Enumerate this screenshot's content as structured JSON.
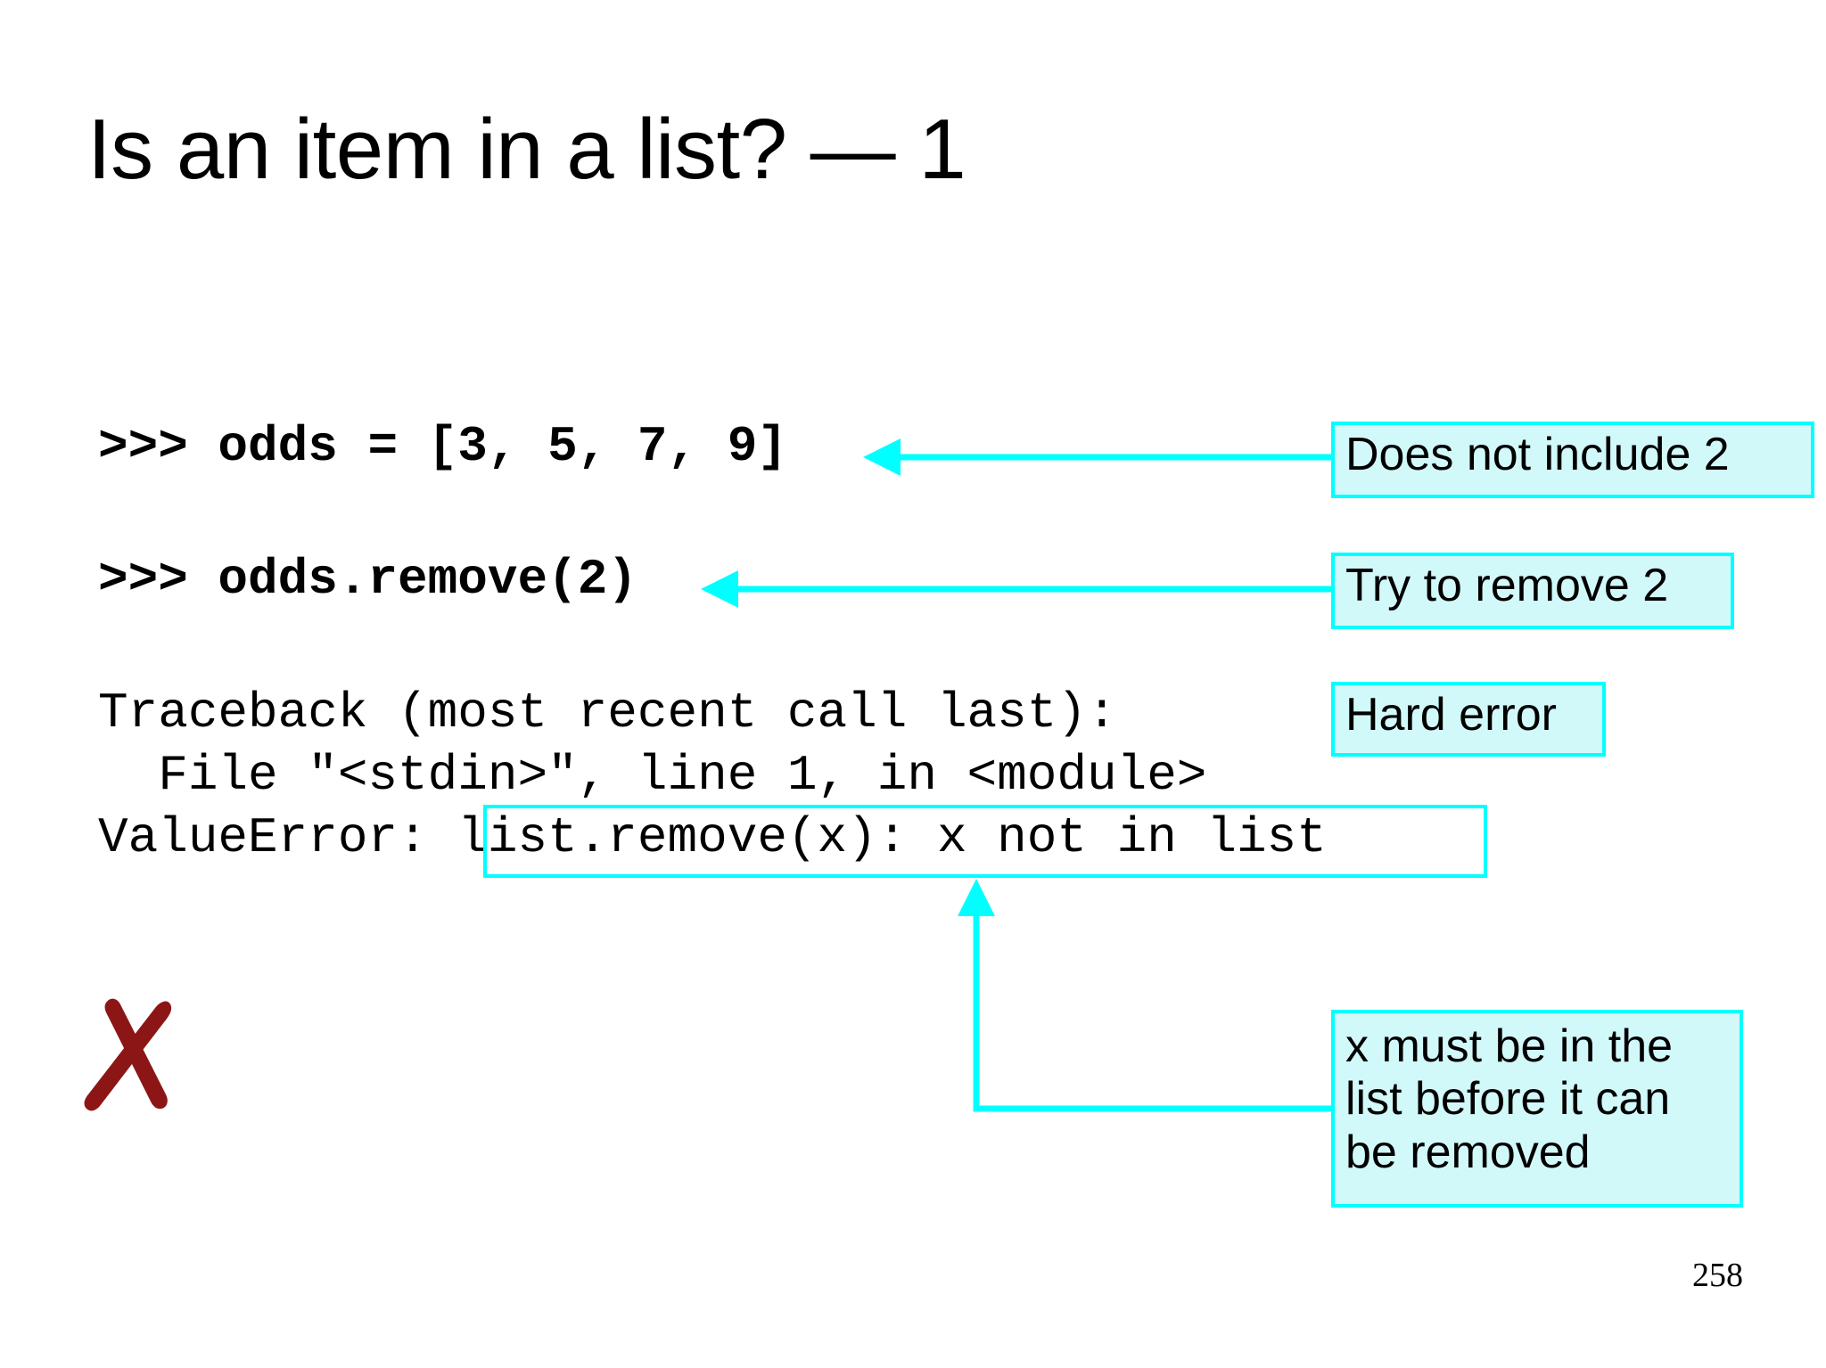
{
  "slide": {
    "title": "Is an item in a list? — 1",
    "page_number": "258",
    "background_color": "#ffffff"
  },
  "colors": {
    "accent_cyan": "#00ffff",
    "callout_fill": "#d2f9fa",
    "x_mark_red": "#8c1616",
    "text": "#000000"
  },
  "code": {
    "prompt_1": ">>> odds = [3, 5, 7, 9]",
    "prompt_2": ">>> odds.remove(2)",
    "traceback_line_1": "Traceback (most recent call last):",
    "traceback_line_2": "  File \"<stdin>\", line 1, in <module>",
    "traceback_line_3_prefix": "ValueError: ",
    "traceback_line_3_highlight": "list.remove(x): x not in list",
    "traceback_line_3": "ValueError: list.remove(x): x not in list"
  },
  "callouts": [
    {
      "id": "does-not-include",
      "text": "Does not include 2"
    },
    {
      "id": "try-to-remove",
      "text": "Try to remove 2"
    },
    {
      "id": "hard-error",
      "text": "Hard error"
    },
    {
      "id": "x-must-be",
      "text": "x must be in the\nlist before it can\nbe removed"
    }
  ],
  "marks": {
    "x_mark": "x-cross-mark"
  }
}
